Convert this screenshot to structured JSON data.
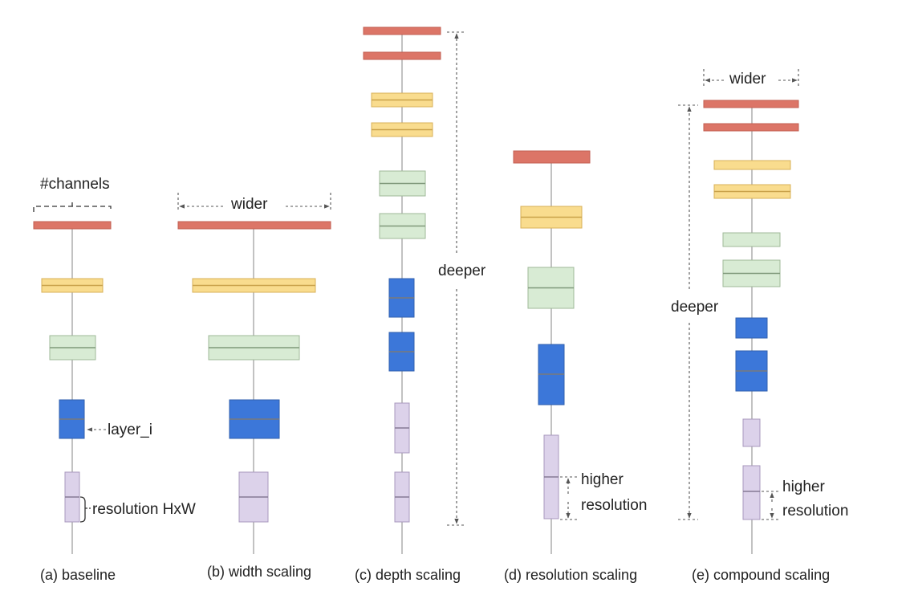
{
  "colors": {
    "red": "#dc7567",
    "yellow": "#f9dc8e",
    "green": "#d8ebd4",
    "blue": "#3c77d9",
    "lavender": "#dcd2ea",
    "line": "#888888",
    "dash": "#666666"
  },
  "panels": [
    {
      "caption": "(a) baseline",
      "annotations": [
        "#channels",
        "layer_i",
        "resolution HxW"
      ]
    },
    {
      "caption": "(b) width scaling",
      "annotations": [
        "wider"
      ]
    },
    {
      "caption": "(c) depth scaling",
      "annotations": [
        "deeper"
      ]
    },
    {
      "caption": "(d) resolution scaling",
      "annotations": [
        "higher",
        "resolution"
      ]
    },
    {
      "caption": "(e) compound scaling",
      "annotations": [
        "wider",
        "deeper",
        "higher",
        "resolution"
      ]
    }
  ]
}
